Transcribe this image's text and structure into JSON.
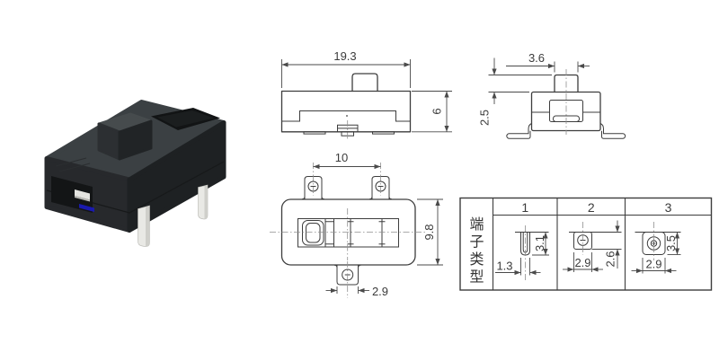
{
  "drawing": {
    "front_view": {
      "width_dim": "19.3",
      "height_dim": "6"
    },
    "side_view": {
      "knob_width_dim": "3.6",
      "knob_height_dim": "2.5"
    },
    "top_view": {
      "hole_spacing_dim": "10",
      "body_depth_dim": "9.8",
      "terminal_width_dim": "2.9"
    }
  },
  "terminal_table": {
    "row_label": "端子类型",
    "row_label_chars": [
      "端",
      "子",
      "类",
      "型"
    ],
    "types": [
      {
        "label": "1",
        "width_dim": "1.3",
        "height_dim": "3.1"
      },
      {
        "label": "2",
        "width_dim": "2.9",
        "height_dim": "2.6"
      },
      {
        "label": "3",
        "width_dim": "2.9",
        "height_dim": "3.5"
      }
    ]
  },
  "colors": {
    "background": "#ffffff",
    "object_line": "#3d3d3d",
    "dimension_line": "#4a4a4a",
    "centerline": "#8f8f8f",
    "iso_top_face": "#3b4043",
    "iso_front_face": "#27292c",
    "iso_side_face": "#1e2123",
    "iso_recess": "#121415",
    "iso_pin": "#e9e9e5",
    "iso_blue_part": "#1a1aae"
  }
}
